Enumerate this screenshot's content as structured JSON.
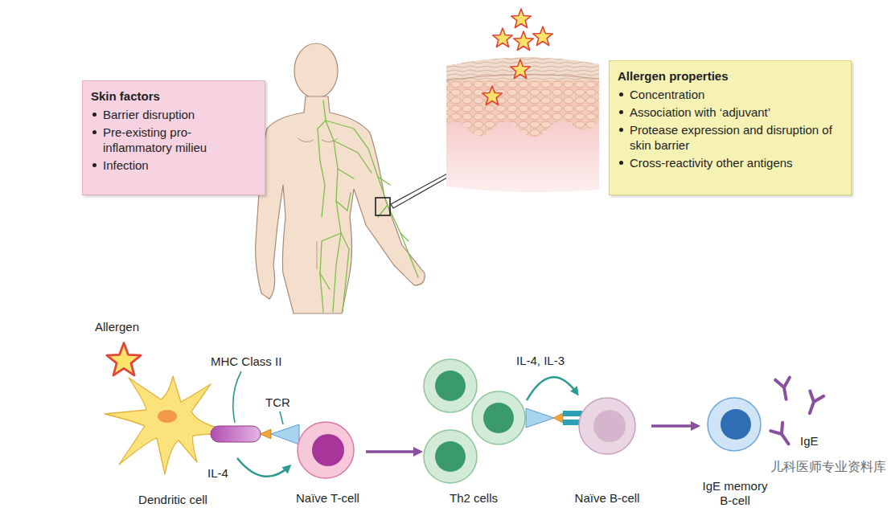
{
  "diagram": {
    "nodes": [
      {
        "text": [
          "Skin factors",
          "Barrier disruption",
          "Pre-existing pro-inflammatory milieu",
          "Infection"
        ]
      },
      {
        "text": [
          "Allergen properties",
          "Concentration",
          "Association with ‘adjuvant’",
          "Protease expression and disruption of skin barrier",
          "Cross-reactivity other antigens"
        ]
      },
      {
        "text": [
          "Dendritic cell"
        ]
      },
      {
        "text": [
          "Naïve T-cell"
        ]
      },
      {
        "text": [
          "Th2 cells"
        ]
      },
      {
        "text": [
          "Naïve B-cell"
        ]
      },
      {
        "text": [
          "IgE memory B-cell"
        ]
      }
    ],
    "edges": [
      {
        "from": 2,
        "to": 3,
        "label": "IL-4",
        "arrow": "to"
      },
      {
        "from": 3,
        "to": 4,
        "arrow": "to"
      },
      {
        "from": 4,
        "to": 5,
        "label": "IL-4, IL-3",
        "arrow": "to"
      },
      {
        "from": 5,
        "to": 6,
        "arrow": "to"
      }
    ],
    "labels": [
      "Allergen",
      "MHC Class II",
      "TCR",
      "IgE",
      "儿科医师专业资料库"
    ]
  }
}
